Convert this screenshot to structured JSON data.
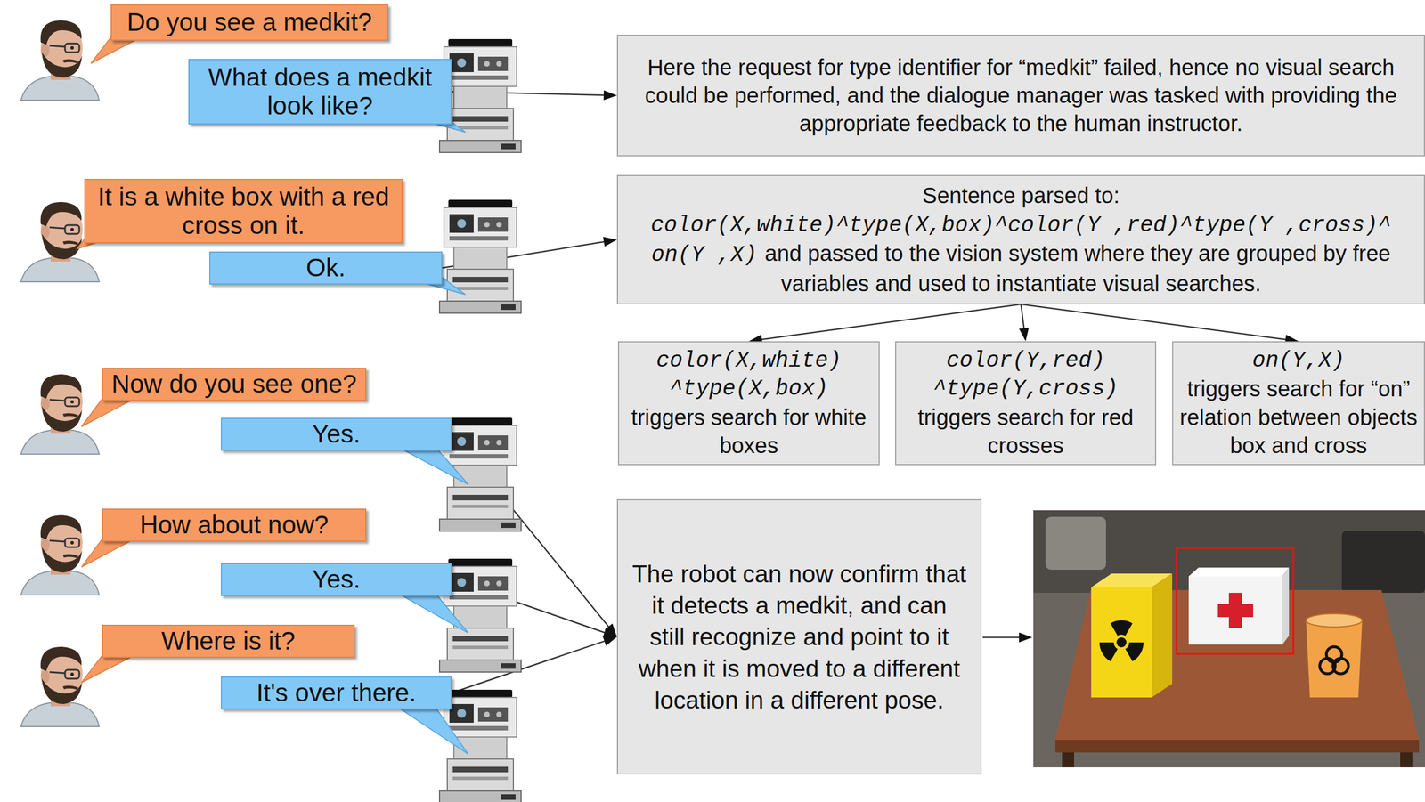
{
  "diagram": {
    "nodes": [
      {
        "text": [
          "Do you see a medkit?"
        ]
      },
      {
        "text": [
          "What does a medkit look like?"
        ]
      },
      {
        "text": [
          "Here the request for type identifier for “medkit” failed, hence no visual search could be performed, and the dialogue manager was tasked with providing the appropriate feedback to the human instructor."
        ]
      },
      {
        "text": [
          "It is a white box with a red cross on it."
        ]
      },
      {
        "text": [
          "Ok."
        ]
      },
      {
        "text": [
          "Sentence parsed to:",
          "color(X,white)^type(X,box)^color(Y ,red)^type(Y ,cross)^ on(Y ,X)",
          "and passed to the vision system where they are grouped by free variables and used to instantiate visual searches."
        ]
      },
      {
        "text": [
          "color(X,white) ^type(X,box)",
          "triggers search for white boxes"
        ]
      },
      {
        "text": [
          "color(Y,red) ^type(Y,cross)",
          "triggers search for red crosses"
        ]
      },
      {
        "text": [
          "on(Y,X)",
          "triggers search for “on” relation between objects box and cross"
        ]
      },
      {
        "text": [
          "Now do you see one?"
        ]
      },
      {
        "text": [
          "Yes."
        ]
      },
      {
        "text": [
          "How about now?"
        ]
      },
      {
        "text": [
          "Yes."
        ]
      },
      {
        "text": [
          "Where is it?"
        ]
      },
      {
        "text": [
          "It's over there."
        ]
      },
      {
        "text": [
          "The robot can now confirm that it detects a medkit, and can still recognize and point to it when it is moved to a different location in a different pose."
        ]
      }
    ],
    "edges": [
      {
        "from": 1,
        "to": 2,
        "arrow": "to"
      },
      {
        "from": 4,
        "to": 5,
        "arrow": "to"
      },
      {
        "from": 5,
        "to": 6,
        "arrow": "to"
      },
      {
        "from": 5,
        "to": 7,
        "arrow": "to"
      },
      {
        "from": 5,
        "to": 8,
        "arrow": "to"
      },
      {
        "from": 10,
        "to": 15,
        "arrow": "to"
      },
      {
        "from": 12,
        "to": 15,
        "arrow": "to"
      },
      {
        "from": 14,
        "to": 15,
        "arrow": "to"
      }
    ]
  }
}
